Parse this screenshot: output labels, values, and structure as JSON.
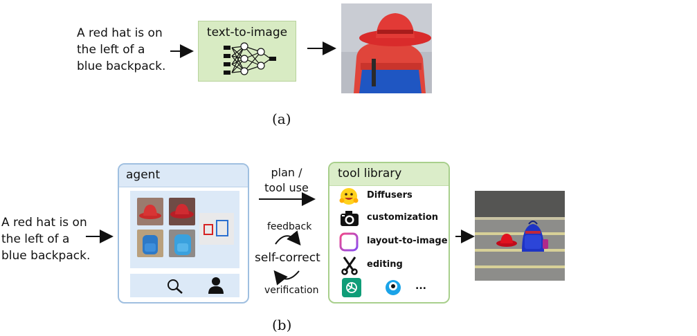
{
  "part_a": {
    "prompt": "A red hat is on\nthe left of a\nblue backpack.",
    "model_label": "text-to-image",
    "caption": "(a)"
  },
  "part_b": {
    "prompt": "A red hat is on\nthe left of a\nblue backpack.",
    "agent": {
      "title": "agent"
    },
    "plan_label_line1": "plan /",
    "plan_label_line2": "tool use",
    "feedback_label": "feedback",
    "self_correct_label": "self-correct",
    "verification_label": "verification",
    "tool_library": {
      "title": "tool library",
      "items": [
        {
          "label": "Diffusers",
          "icon": "hugging-face-icon"
        },
        {
          "label": "customization",
          "icon": "camera-icon"
        },
        {
          "label": "layout-to-image",
          "icon": "layout-icon"
        },
        {
          "label": "editing",
          "icon": "scissors-icon"
        }
      ],
      "more_label": "..."
    },
    "caption": "(b)"
  },
  "colors": {
    "t2i_fill": "#d8ebc3",
    "agent_border": "#9fbfe0",
    "agent_fill": "#dce9f7",
    "library_border": "#a8cf8c",
    "library_fill": "#dbedc9"
  }
}
